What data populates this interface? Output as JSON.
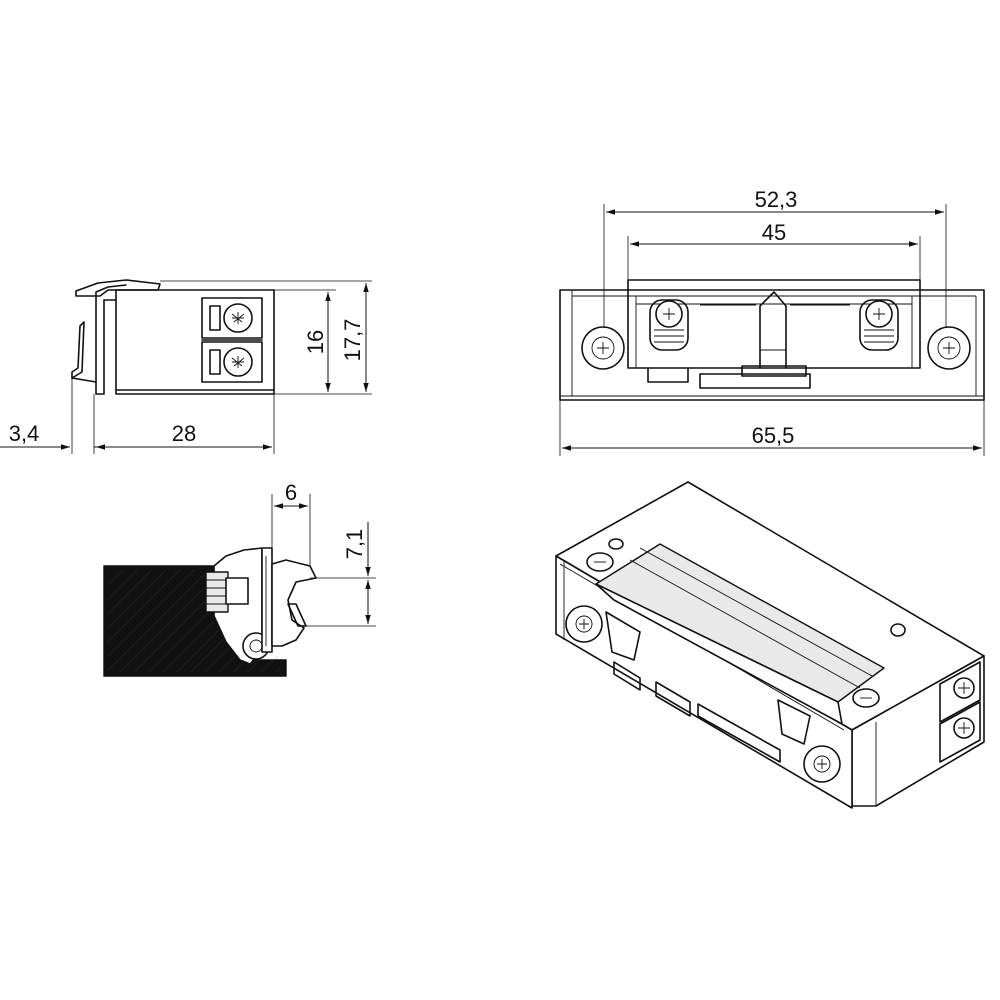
{
  "dimensions": {
    "top_view": {
      "overall_inner": "52,3",
      "inner": "45",
      "overall_length": "65,5"
    },
    "side_view": {
      "height_inner": "16",
      "height_total": "17,7",
      "offset": "3,4",
      "depth": "28"
    },
    "section_view": {
      "width": "6",
      "height": "7,1"
    }
  },
  "colors": {
    "line": "#111111",
    "background": "#ffffff",
    "frame_fill": "#111111"
  }
}
